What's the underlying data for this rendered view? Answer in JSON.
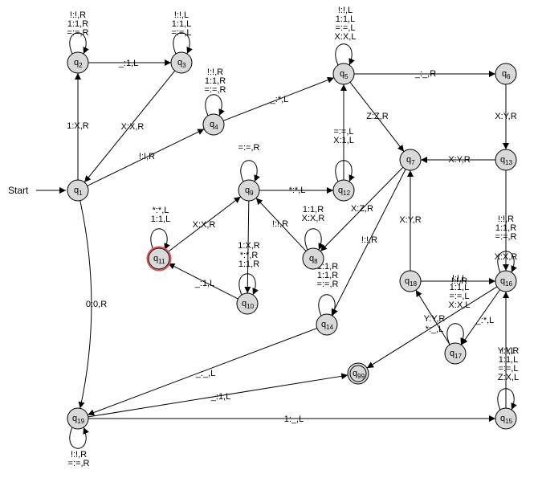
{
  "accent": {
    "state_fill": "#d9d9d9",
    "highlight_ring": "#d9534f"
  },
  "start_label": "Start",
  "states": [
    {
      "id": "q1",
      "letter": "q",
      "sub": "1"
    },
    {
      "id": "q2",
      "letter": "q",
      "sub": "2"
    },
    {
      "id": "q3",
      "letter": "q",
      "sub": "3"
    },
    {
      "id": "q4",
      "letter": "q",
      "sub": "4"
    },
    {
      "id": "q5",
      "letter": "q",
      "sub": "5"
    },
    {
      "id": "q6",
      "letter": "q",
      "sub": "6"
    },
    {
      "id": "q7",
      "letter": "q",
      "sub": "7"
    },
    {
      "id": "q8",
      "letter": "q",
      "sub": "8"
    },
    {
      "id": "q9",
      "letter": "q",
      "sub": "9"
    },
    {
      "id": "q10",
      "letter": "q",
      "sub": "10"
    },
    {
      "id": "q11",
      "letter": "q",
      "sub": "11",
      "highlighted": true
    },
    {
      "id": "q12",
      "letter": "q",
      "sub": "12"
    },
    {
      "id": "q13",
      "letter": "q",
      "sub": "13"
    },
    {
      "id": "q14",
      "letter": "q",
      "sub": "14"
    },
    {
      "id": "q15",
      "letter": "q",
      "sub": "15"
    },
    {
      "id": "q16",
      "letter": "q",
      "sub": "16"
    },
    {
      "id": "q17",
      "letter": "q",
      "sub": "17"
    },
    {
      "id": "q18",
      "letter": "q",
      "sub": "18"
    },
    {
      "id": "q19",
      "letter": "q",
      "sub": "19"
    },
    {
      "id": "q99",
      "letter": "q",
      "sub": "99",
      "accepting": true
    }
  ],
  "transitions": [
    {
      "from": "q1",
      "to": "q2",
      "lines": [
        "1:X,R"
      ]
    },
    {
      "from": "q2",
      "to": "q2",
      "lines": [
        "!:!,R",
        "1:1,R",
        "=:=,R"
      ]
    },
    {
      "from": "q2",
      "to": "q3",
      "lines": [
        "_:1,L"
      ]
    },
    {
      "from": "q3",
      "to": "q3",
      "lines": [
        "!:!,L",
        "1:1,L",
        "=:=,L"
      ]
    },
    {
      "from": "q3",
      "to": "q1",
      "lines": [
        "X:X,R"
      ]
    },
    {
      "from": "q1",
      "to": "q4",
      "lines": [
        "!:!,R"
      ]
    },
    {
      "from": "q4",
      "to": "q4",
      "lines": [
        "!:!,R",
        "1:1,R",
        "=:=,R"
      ]
    },
    {
      "from": "q4",
      "to": "q5",
      "lines": [
        "_:*,L"
      ]
    },
    {
      "from": "q5",
      "to": "q5",
      "lines": [
        "!:!,L",
        "1:1,L",
        "=:=,L",
        "X:X,L"
      ]
    },
    {
      "from": "q5",
      "to": "q6",
      "lines": [
        "_:_,R"
      ]
    },
    {
      "from": "q5",
      "to": "q7",
      "lines": [
        "Z:Z,R"
      ]
    },
    {
      "from": "q6",
      "to": "q13",
      "lines": [
        "X:Y,R"
      ]
    },
    {
      "from": "q13",
      "to": "q7",
      "lines": [
        "X:Y,R"
      ]
    },
    {
      "from": "q12",
      "to": "q12",
      "lines": [
        "=:=,L",
        "X:1,L"
      ]
    },
    {
      "from": "q12",
      "to": "q5",
      "lines": []
    },
    {
      "from": "q9",
      "to": "q9",
      "lines": [
        "=:=,R"
      ]
    },
    {
      "from": "q9",
      "to": "q12",
      "lines": [
        "*:*,L"
      ]
    },
    {
      "from": "q9",
      "to": "q10",
      "lines": [
        "1:X,R"
      ]
    },
    {
      "from": "q10",
      "to": "q10",
      "lines": [
        "*:*,R",
        "1:1,R"
      ]
    },
    {
      "from": "q10",
      "to": "q11",
      "lines": [
        "_:1,L"
      ]
    },
    {
      "from": "q11",
      "to": "q11",
      "lines": [
        "*:*,L",
        "1:1,L"
      ]
    },
    {
      "from": "q11",
      "to": "q9",
      "lines": [
        "X:X,R"
      ]
    },
    {
      "from": "q8",
      "to": "q9",
      "lines": [
        "!:!,R"
      ]
    },
    {
      "from": "q8",
      "to": "q8",
      "lines": [
        "1:1,R",
        "X:X,R"
      ]
    },
    {
      "from": "q7",
      "to": "q8",
      "lines": [
        "X:Z,R"
      ]
    },
    {
      "from": "q7",
      "to": "q14",
      "lines": [
        "!:!,R"
      ]
    },
    {
      "from": "q14",
      "to": "q14",
      "lines": [
        "1:1,R",
        "1:1,R",
        "=:=,R"
      ]
    },
    {
      "from": "q14",
      "to": "q19",
      "lines": [
        "_:_,L"
      ]
    },
    {
      "from": "q18",
      "to": "q7",
      "lines": [
        "X:Y,R"
      ]
    },
    {
      "from": "q18",
      "to": "q16",
      "lines": [
        "!:!,R"
      ]
    },
    {
      "from": "q13",
      "to": "q16",
      "lines": [
        "!:!,R",
        "1:1,R",
        "=:=,R"
      ]
    },
    {
      "from": "q16",
      "to": "q16",
      "lines": [
        "X:X,R"
      ]
    },
    {
      "from": "q16",
      "to": "q17",
      "lines": [
        "!:!,L",
        "1:1,L",
        "=:=,L",
        "X:X,L"
      ]
    },
    {
      "from": "q16",
      "to": "q99",
      "lines": [
        "_:*,L"
      ]
    },
    {
      "from": "q17",
      "to": "q18",
      "lines": [
        "Y:Y,R"
      ]
    },
    {
      "from": "q17",
      "to": "q17",
      "lines": [
        "*:_,L"
      ]
    },
    {
      "from": "q15",
      "to": "q16",
      "lines": [
        "Y:Y,R"
      ]
    },
    {
      "from": "q15",
      "to": "q15",
      "lines": [
        "!:!,L",
        "1:1,L",
        "=:=,L",
        "Z:X,L"
      ]
    },
    {
      "from": "q1",
      "to": "q19",
      "lines": [
        "0:0,R"
      ]
    },
    {
      "from": "q19",
      "to": "q99",
      "lines": [
        "_:1,L"
      ]
    },
    {
      "from": "q19",
      "to": "q15",
      "lines": [
        "1:_,L"
      ]
    },
    {
      "from": "q19",
      "to": "q19",
      "lines": [
        "!:!,R",
        "=:=,R"
      ]
    }
  ]
}
